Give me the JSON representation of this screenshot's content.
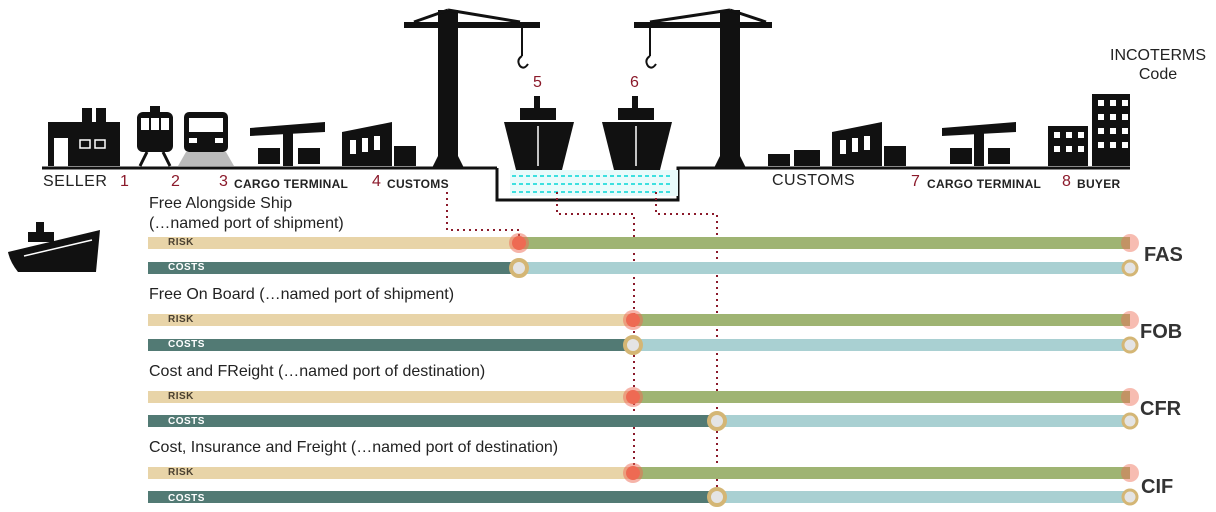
{
  "header": {
    "incoterms_line1": "INCOTERMS",
    "incoterms_line2": "Code"
  },
  "stations": {
    "seller": "SELLER",
    "n1": "1",
    "n2": "2",
    "n3": "3",
    "cargo_terminal_origin": "CARGO  TERMINAL",
    "n4": "4",
    "customs_origin": "CUSTOMS",
    "n5": "5",
    "n6": "6",
    "customs_destination": "CUSTOMS",
    "n7": "7",
    "cargo_terminal_destination": "CARGO TERMINAL",
    "n8": "8",
    "buyer": "BUYER"
  },
  "bar_labels": {
    "risk": "RISK",
    "costs": "COSTS"
  },
  "colors": {
    "seller_risk": "#e8d4a8",
    "buyer_risk": "#9fb473",
    "seller_costs": "#527a74",
    "buyer_costs": "#a9d0d2",
    "risk_marker": "#ee6a53",
    "cost_marker": "#d4b675",
    "guide_line": "#8b1a2b",
    "water": "#3de0e0"
  },
  "terms": [
    {
      "title": "Free Alongside Ship",
      "title2": "(…named port of shipment)",
      "code": "FAS",
      "risk_transfer_point": 5,
      "cost_transfer_point": 5
    },
    {
      "title": "Free On Board (…named port of shipment)",
      "code": "FOB",
      "risk_transfer_point": 6,
      "cost_transfer_point": 6
    },
    {
      "title": "Cost and FReight (…named port of destination)",
      "code": "CFR",
      "risk_transfer_point": 6,
      "cost_transfer_point": 7
    },
    {
      "title": "Cost, Insurance and Freight (…named port of destination)",
      "code": "CIF",
      "risk_transfer_point": 6,
      "cost_transfer_point": 7
    }
  ]
}
